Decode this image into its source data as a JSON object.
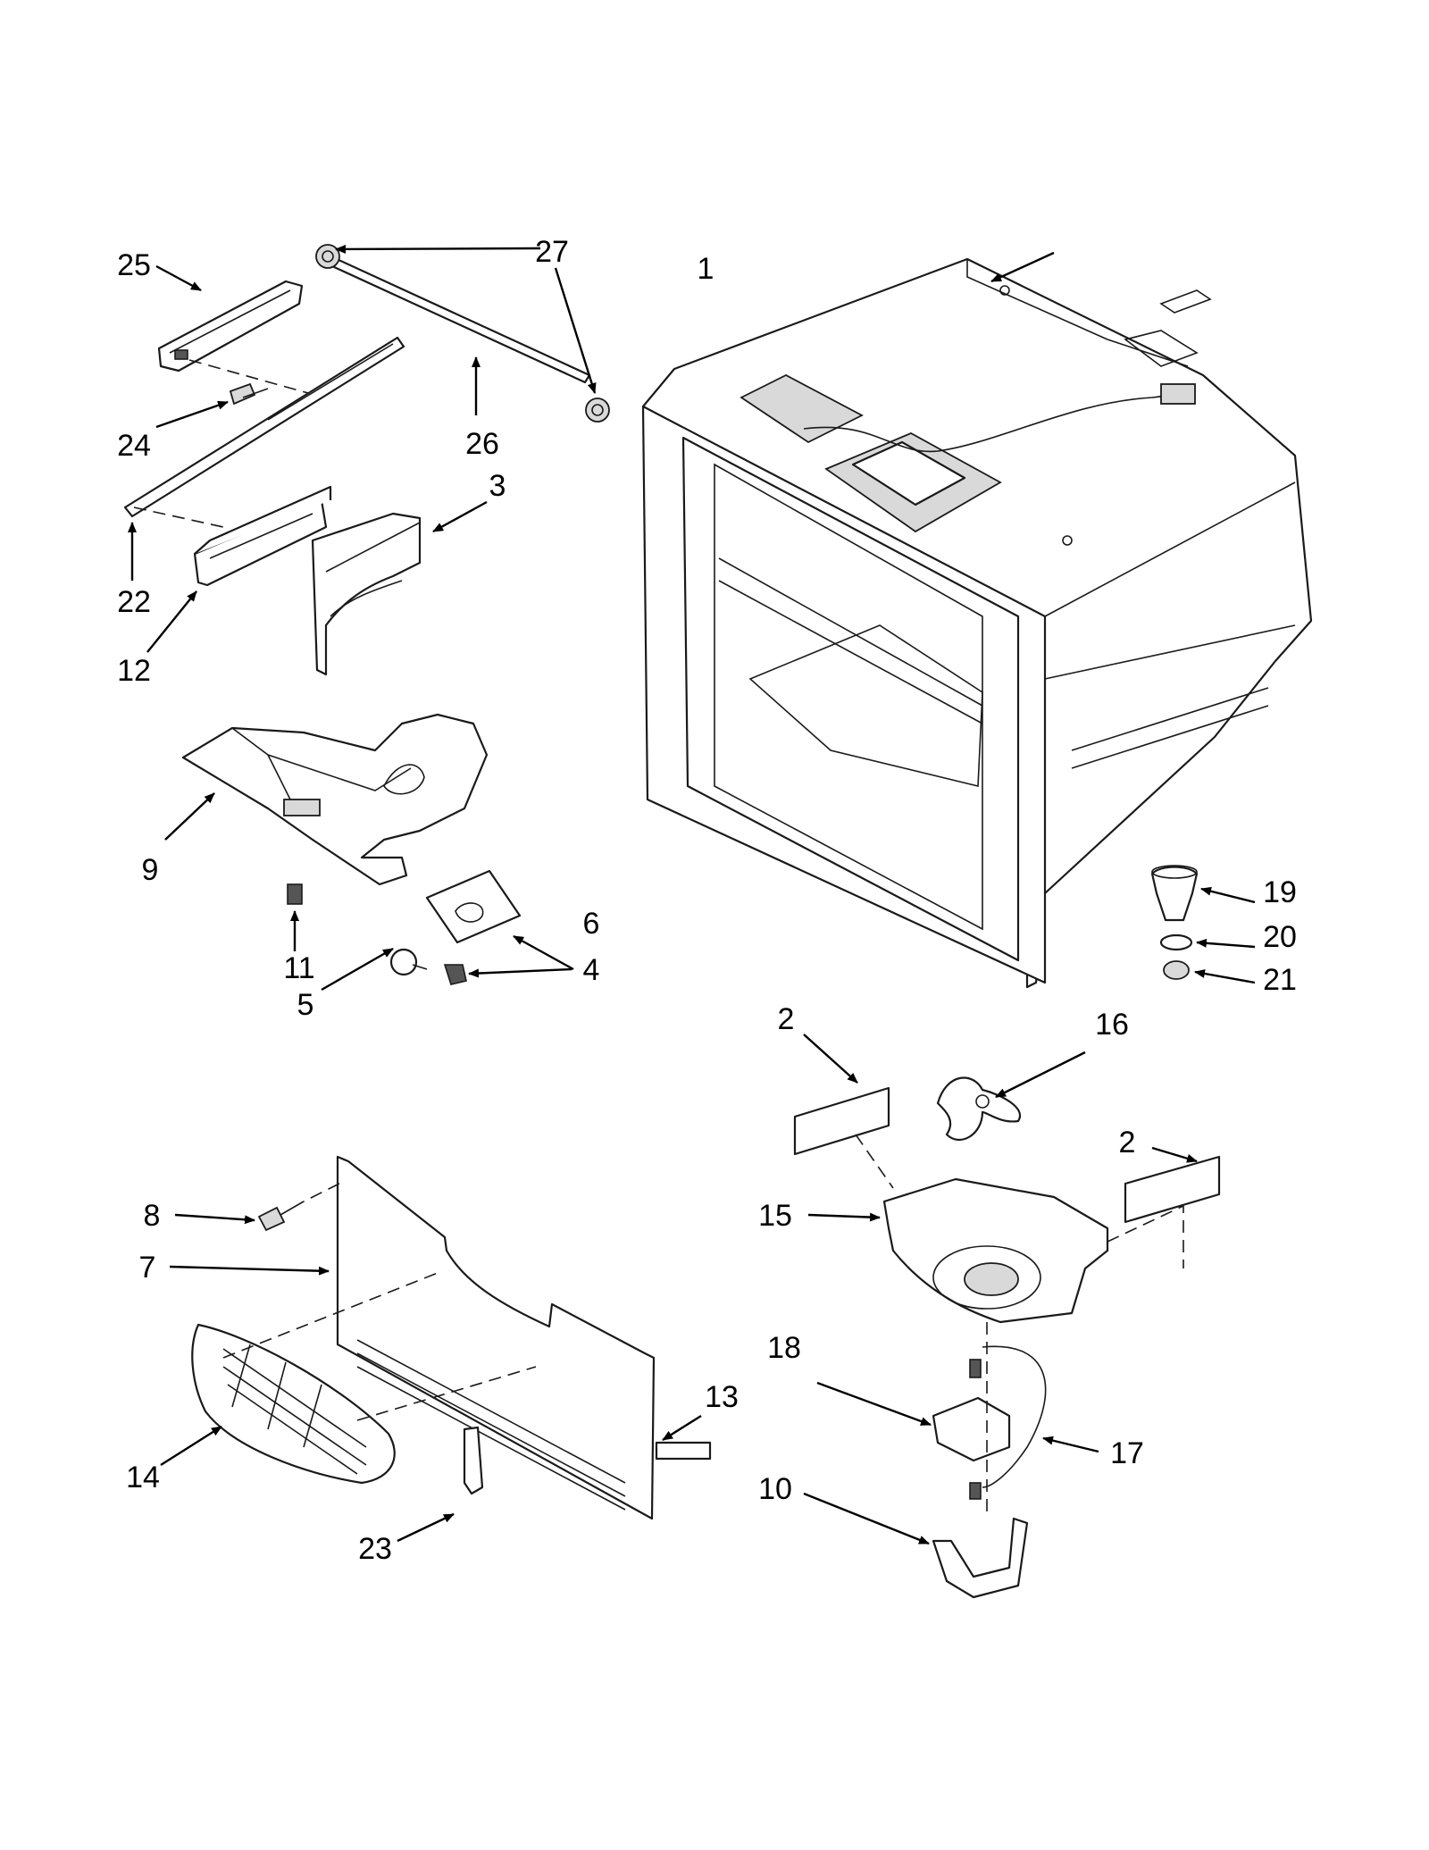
{
  "callouts": [
    {
      "id": "c1",
      "label": "1"
    },
    {
      "id": "c2a",
      "label": "2"
    },
    {
      "id": "c2b",
      "label": "2"
    },
    {
      "id": "c3",
      "label": "3"
    },
    {
      "id": "c4",
      "label": "4"
    },
    {
      "id": "c5",
      "label": "5"
    },
    {
      "id": "c6",
      "label": "6"
    },
    {
      "id": "c7",
      "label": "7"
    },
    {
      "id": "c8",
      "label": "8"
    },
    {
      "id": "c9",
      "label": "9"
    },
    {
      "id": "c10",
      "label": "10"
    },
    {
      "id": "c11",
      "label": "11"
    },
    {
      "id": "c12",
      "label": "12"
    },
    {
      "id": "c13",
      "label": "13"
    },
    {
      "id": "c14",
      "label": "14"
    },
    {
      "id": "c15",
      "label": "15"
    },
    {
      "id": "c16",
      "label": "16"
    },
    {
      "id": "c17",
      "label": "17"
    },
    {
      "id": "c18",
      "label": "18"
    },
    {
      "id": "c19",
      "label": "19"
    },
    {
      "id": "c20",
      "label": "20"
    },
    {
      "id": "c21",
      "label": "21"
    },
    {
      "id": "c22",
      "label": "22"
    },
    {
      "id": "c23",
      "label": "23"
    },
    {
      "id": "c24",
      "label": "24"
    },
    {
      "id": "c25",
      "label": "25"
    },
    {
      "id": "c26",
      "label": "26"
    },
    {
      "id": "c27",
      "label": "27"
    }
  ],
  "colors": {
    "line": "#1a1a1a",
    "background": "#ffffff",
    "shading": "#d9d9d9"
  }
}
